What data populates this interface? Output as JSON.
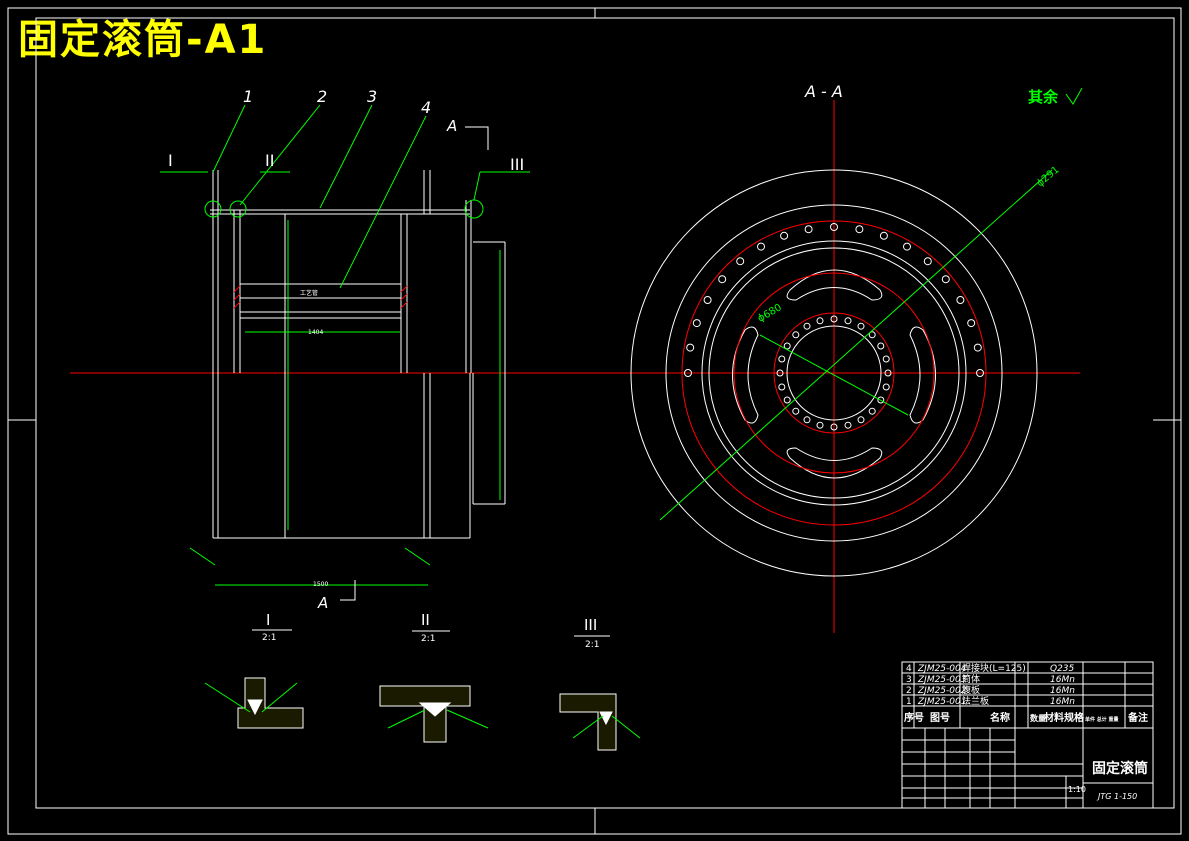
{
  "title": "固定滚筒-A1",
  "drawing_name": "固定滚筒",
  "drawing_code": "JTG 1-150",
  "scale": "1:10",
  "section_view_label": "A - A",
  "section_mark": "A",
  "roughness_note": "其余",
  "part_callouts": [
    "1",
    "2",
    "3",
    "4"
  ],
  "detail_views": [
    {
      "id": "I",
      "scale": "2:1"
    },
    {
      "id": "II",
      "scale": "2:1"
    },
    {
      "id": "III",
      "scale": "2:1"
    }
  ],
  "dimensions": {
    "diameter_291": "ϕ291",
    "diameter_680": "ϕ680",
    "length_1500": "1500",
    "inner_length_1404": "1404",
    "inner_label": "工艺管"
  },
  "bom": {
    "rows": [
      {
        "no": "4",
        "code": "ZJM25-004",
        "name": "焊接块(L=125)",
        "material": "Q235"
      },
      {
        "no": "3",
        "code": "ZJM25-003",
        "name": "筒体",
        "material": "16Mn"
      },
      {
        "no": "2",
        "code": "ZJM25-002",
        "name": "腹板",
        "material": "16Mn"
      },
      {
        "no": "1",
        "code": "ZJM25-001",
        "name": "法兰板",
        "material": "16Mn"
      }
    ],
    "headers": {
      "no": "序号",
      "code": "图号",
      "name": "名称",
      "qty": "数量",
      "material": "材料规格",
      "weight": "单件 总计 重量",
      "remark": "备注"
    }
  },
  "colors": {
    "outline": "#ffffff",
    "callout": "#00ff00",
    "center": "#ff0000",
    "accent": "#00ffff",
    "title": "#ffff00"
  }
}
